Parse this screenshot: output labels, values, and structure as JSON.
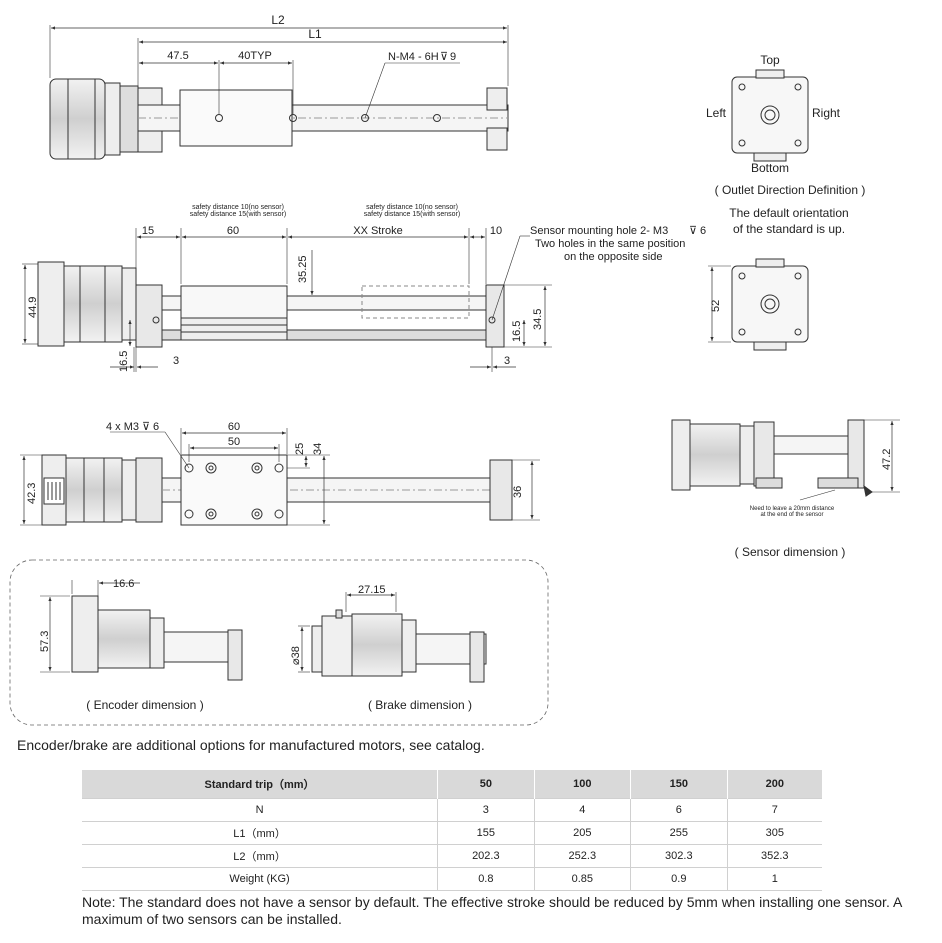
{
  "top_view": {
    "dims": {
      "l2": "L2",
      "l1": "L1",
      "offset": "47.5",
      "pitch": "40TYP",
      "holes": "N-M4 - 6H",
      "hole_depth": "9"
    }
  },
  "front_view": {
    "safety_left_1": "safety distance 10(no sensor)",
    "safety_left_2": "safety distance 15(with sensor)",
    "safety_right_1": "safety distance 10(no sensor)",
    "safety_right_2": "safety distance 15(with sensor)",
    "dims": {
      "left_gap": "15",
      "carriage": "60",
      "stroke": "XX Stroke",
      "right_gap": "10",
      "rail_height": "35.25",
      "motor_height": "44.9",
      "body_height": "34.5",
      "sensor_height": "16.5",
      "base_height": "16.5",
      "left_offset": "3",
      "right_offset": "3"
    },
    "sensor_note_1": "Sensor mounting hole 2- M3",
    "sensor_note_depth": "6",
    "sensor_note_2": "Two holes in the same position",
    "sensor_note_3": "on the opposite side"
  },
  "bottom_view": {
    "dims": {
      "holes": "4 x M3",
      "hole_depth": "6",
      "outer": "60",
      "inner": "50",
      "h1": "25",
      "h2": "34",
      "motor": "42.3",
      "end": "36"
    }
  },
  "outlet": {
    "top": "Top",
    "left": "Left",
    "right": "Right",
    "bottom": "Bottom",
    "caption": "( Outlet Direction Definition )",
    "default_1": "The default orientation",
    "default_2": "of the standard is up.",
    "flange": "52"
  },
  "sensor_dim": {
    "height": "47.2",
    "note_1": "Need to leave a 20mm distance",
    "note_2": "at the end of the sensor",
    "caption": "( Sensor dimension )"
  },
  "encoder": {
    "length": "16.6",
    "height": "57.3",
    "caption": "( Encoder dimension )"
  },
  "brake": {
    "length": "27.15",
    "diameter": "⌀38",
    "caption": "( Brake dimension )"
  },
  "options_note": "Encoder/brake are additional options for manufactured motors, see catalog.",
  "table": {
    "headers": [
      "Standard trip（mm）",
      "50",
      "100",
      "150",
      "200"
    ],
    "rows": [
      [
        "N",
        "3",
        "4",
        "6",
        "7"
      ],
      [
        "L1（mm）",
        "155",
        "205",
        "255",
        "305"
      ],
      [
        "L2（mm）",
        "202.3",
        "252.3",
        "302.3",
        "352.3"
      ],
      [
        "Weight (KG)",
        "0.8",
        "0.85",
        "0.9",
        "1"
      ]
    ]
  },
  "note": "Note: The standard does not have a sensor by default. The effective stroke should be reduced by 5mm when installing one sensor. A maximum of two sensors can be installed."
}
